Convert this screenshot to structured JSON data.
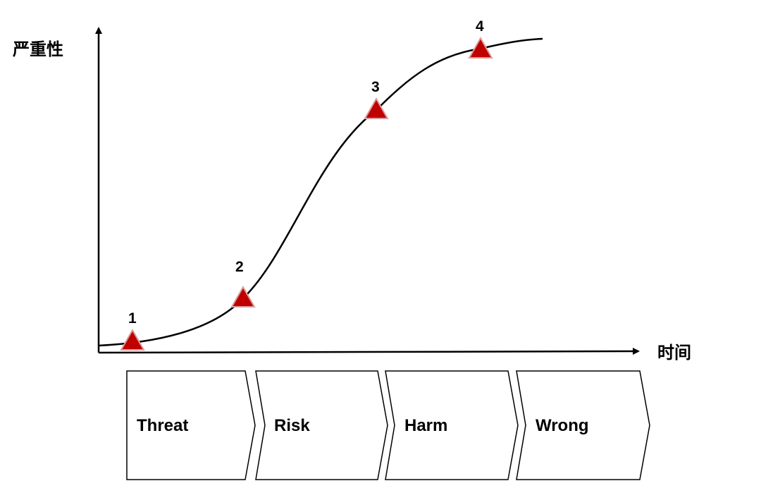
{
  "axes": {
    "y_label": "严重性",
    "x_label": "时间"
  },
  "markers": [
    {
      "label": "1"
    },
    {
      "label": "2"
    },
    {
      "label": "3"
    },
    {
      "label": "4"
    }
  ],
  "stages": [
    {
      "label": "Threat"
    },
    {
      "label": "Risk"
    },
    {
      "label": "Harm"
    },
    {
      "label": "Wrong"
    }
  ],
  "colors": {
    "marker_fill": "#c00000",
    "marker_outline": "#d9a0a0",
    "curve": "#000000",
    "axis": "#000000",
    "stage_border": "#000000"
  }
}
